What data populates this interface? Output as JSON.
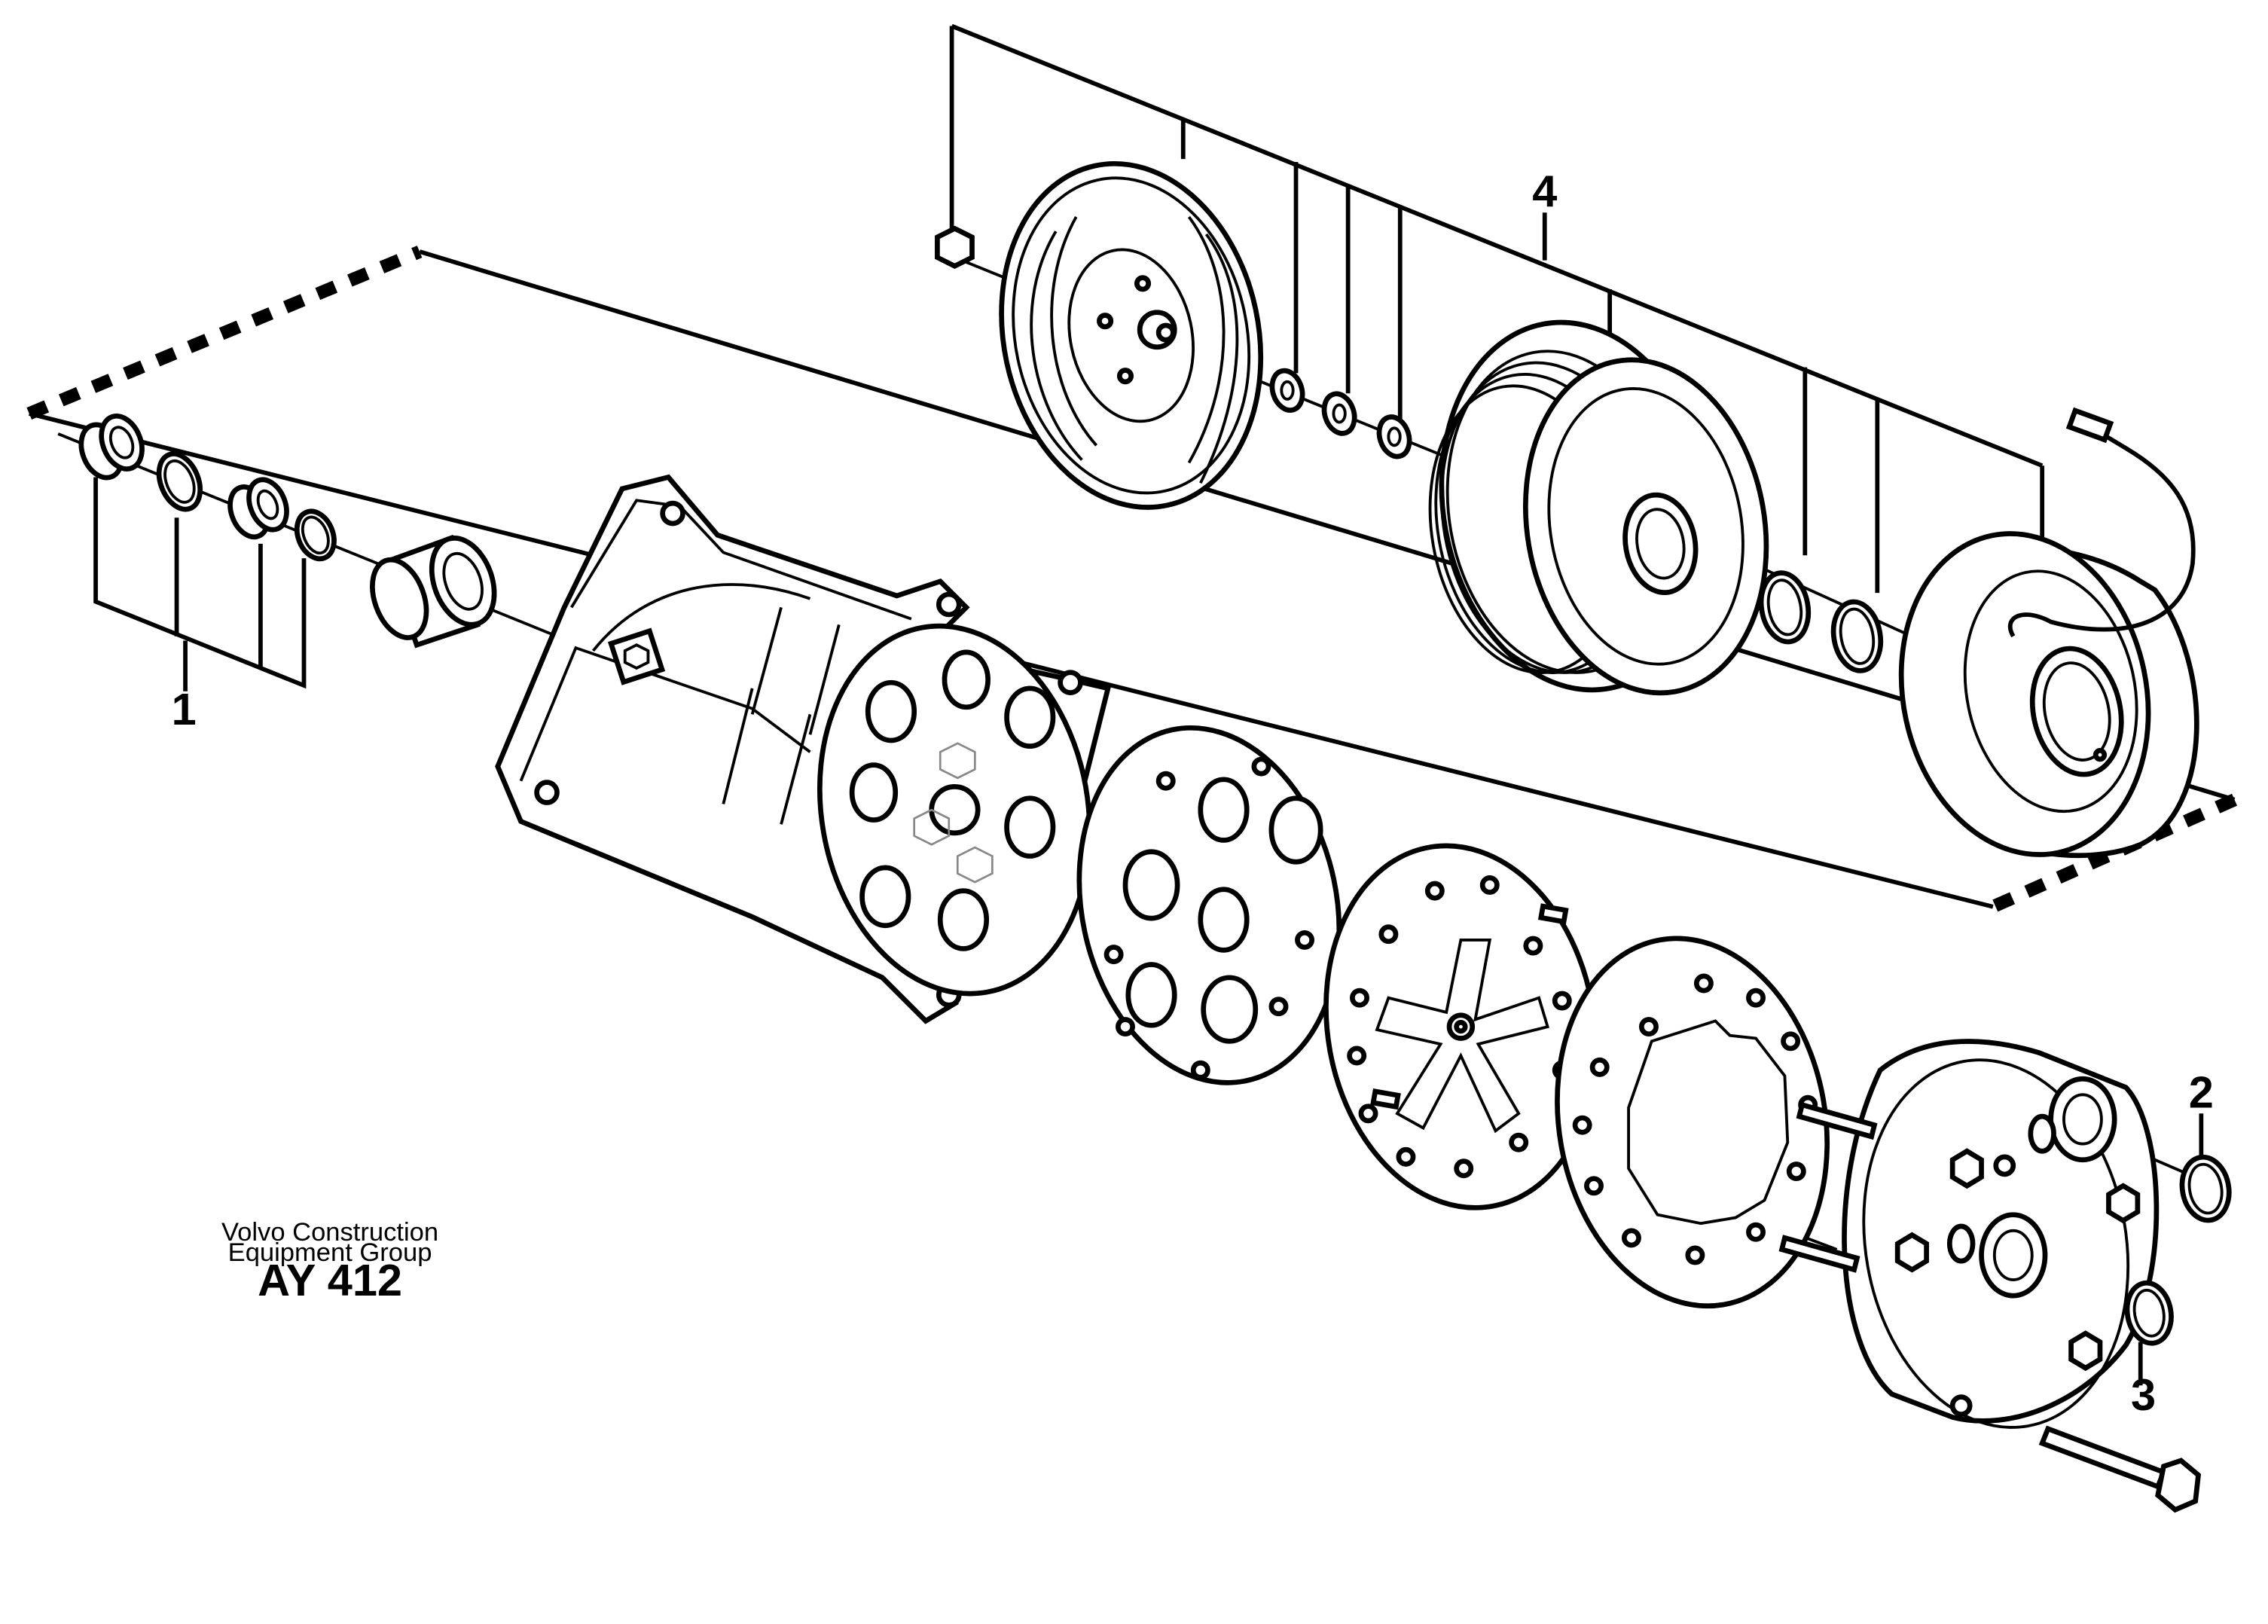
{
  "callouts": [
    {
      "id": "1",
      "label": "1"
    },
    {
      "id": "2",
      "label": "2"
    },
    {
      "id": "3",
      "label": "3"
    },
    {
      "id": "4",
      "label": "4"
    }
  ],
  "credit": {
    "line1": "Volvo Construction",
    "line2": "Equipment Group",
    "code": "AY 412"
  }
}
